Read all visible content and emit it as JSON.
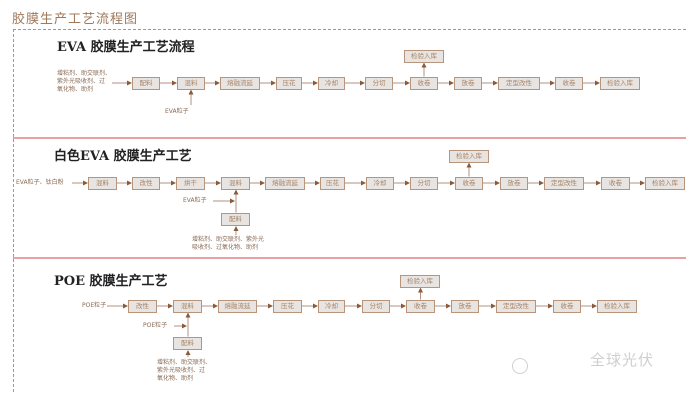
{
  "title": "胶膜生产工艺流程图",
  "sections": [
    {
      "title": "EVA 胶膜生产工艺流程",
      "input": "增粘剂、助交联剂、\n紫外光吸收剂、过\n氧化物、助剂",
      "steps": [
        "配料",
        "混料",
        "熔融流延",
        "压花",
        "冷却",
        "分切",
        "收卷",
        "放卷",
        "定型改性",
        "收卷",
        "检验入库"
      ],
      "qc": "检验入库",
      "side_input": "EVA粒子"
    },
    {
      "title": "白色EVA 胶膜生产工艺",
      "input": "EVA粒子、钛白粉",
      "steps": [
        "混料",
        "改性",
        "烘干",
        "混料",
        "熔融流延",
        "压花",
        "冷却",
        "分切",
        "收卷",
        "放卷",
        "定型改性",
        "收卷",
        "检验入库"
      ],
      "qc": "检验入库",
      "side_input": "EVA粒子",
      "side_box": "配料",
      "additives": "增粘剂、助交联剂、紫外光\n吸收剂、过氧化物、助剂"
    },
    {
      "title": "POE 胶膜生产工艺",
      "input": "POE粒子",
      "steps": [
        "改性",
        "混料",
        "熔融流延",
        "压花",
        "冷却",
        "分切",
        "收卷",
        "放卷",
        "定型改性",
        "收卷",
        "检验入库"
      ],
      "qc": "检验入库",
      "side_input": "POE粒子",
      "side_box": "配料",
      "additives": "增粘剂、助交联剂、\n紫外光吸收剂、过\n氧化物、助剂"
    }
  ],
  "watermark": "全球光伏",
  "colors": {
    "box_border": "#b8957a",
    "box_fill": "#e7e4e2",
    "arrow": "#a0785a",
    "frame": "#d88080"
  }
}
